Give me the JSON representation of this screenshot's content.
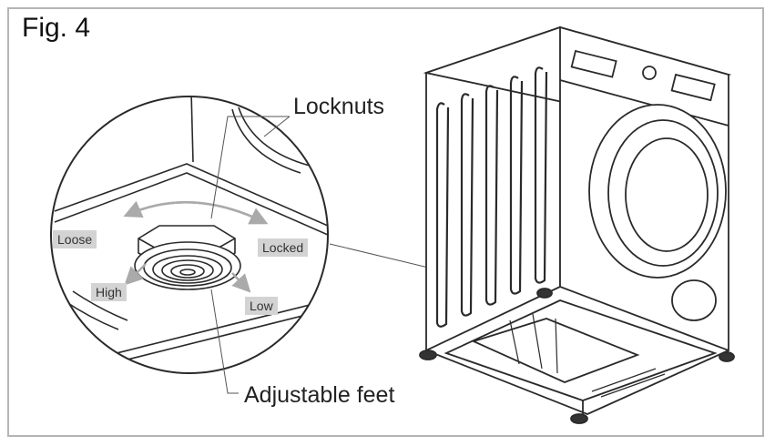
{
  "figure": {
    "title": "Fig. 4"
  },
  "callouts": {
    "locknuts": "Locknuts",
    "adjustable_feet": "Adjustable feet"
  },
  "tags": {
    "loose": "Loose",
    "locked": "Locked",
    "high": "High",
    "low": "Low"
  },
  "colors": {
    "line": "#2a2a2a",
    "tag_bg": "#d3d3d3",
    "frame": "#b5b5b5",
    "arrow": "#b0b0b0"
  }
}
